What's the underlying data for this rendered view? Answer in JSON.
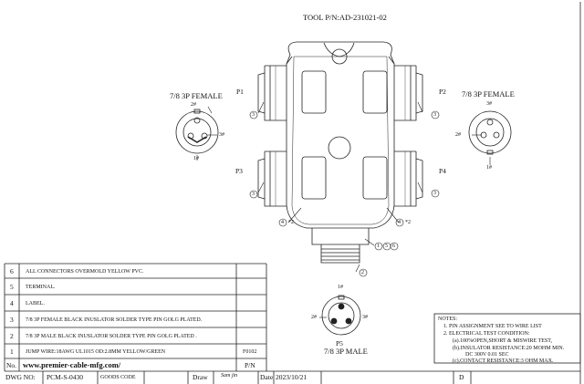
{
  "title": "TOOL P/N:AD-231021-02",
  "left_connector": {
    "label": "7/8 3P FEMALE",
    "pins": [
      "2#",
      "3#",
      "1#"
    ]
  },
  "right_connector": {
    "label": "7/8 3P FEMALE",
    "pins": [
      "3#",
      "2#",
      "1#"
    ]
  },
  "bottom_connector": {
    "port": "P5",
    "label": "7/8 3P MALE",
    "pins": [
      "1#",
      "2#",
      "3#"
    ]
  },
  "ports": [
    "P1",
    "P2",
    "P3",
    "P4"
  ],
  "callouts": {
    "c3": "3",
    "c4": "4",
    "c2": "2",
    "star2": "*2",
    "c156": [
      "1",
      "5",
      "6"
    ]
  },
  "bom": {
    "rows": [
      {
        "no": "6",
        "desc": "ALL CONNECTORS OVERMOLD YELLOW PVC.",
        "pn": ""
      },
      {
        "no": "5",
        "desc": "TERMINAL.",
        "pn": ""
      },
      {
        "no": "4",
        "desc": "LABEL.",
        "pn": ""
      },
      {
        "no": "3",
        "desc": "7/8 3P FEMALE BLACK INUSLATOR SOLDER TYPE PIN GOLG PLATED.",
        "pn": ""
      },
      {
        "no": "2",
        "desc": "7/8 3P MALE BLACK INUSLATOR SOLDER TYPE PIN GOLG PLATED .",
        "pn": ""
      },
      {
        "no": "1",
        "desc": "JUMP WIRE:18AWG UL1015 OD:2.8MM YELLOW/GREEN",
        "pn": "F0102"
      }
    ],
    "header": {
      "no": "No.",
      "desc": "www.premier-cable-mfg.com/",
      "pn": "P/N"
    }
  },
  "notes": {
    "title": "NOTES:",
    "lines": [
      "1.  PIN ASSIGNMENT SEE TO WIRE LIST",
      "2.  ELECTRICAL TEST CONDITION:",
      "(a).100%OPEN,SHORT & MISWIRE TEST,",
      "(b).INSULATOR RESISTANCE:20 MOHM MIN.",
      "DC 300V 0.01 SEC",
      "(c).CONTACT RESISTANCE:3 OHM MAX."
    ]
  },
  "title_block": {
    "dwg_no_label": "DWG NO:",
    "dwg_no": "PCM-S-0430",
    "goods_code_label": "GOODS CODE",
    "draw_label": "Draw",
    "draw_sign": "Sam jin",
    "date_label": "Date",
    "date": "2023/10/21",
    "rev": "D"
  }
}
